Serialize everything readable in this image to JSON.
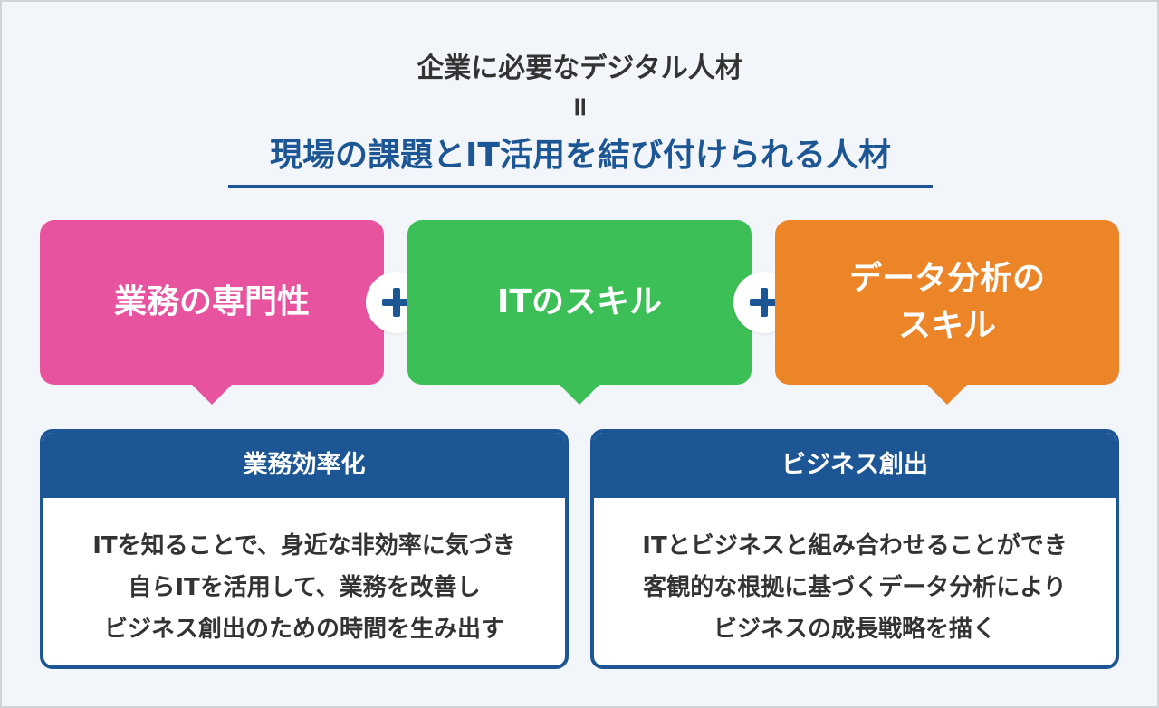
{
  "header": {
    "top_title": "企業に必要なデジタル人材",
    "equals": "=",
    "main_title": "現場の課題とIT活用を結び付けられる人材"
  },
  "skills": [
    {
      "lines": [
        "業務の専門性"
      ],
      "color": "#e8539f"
    },
    {
      "lines": [
        "ITのスキル"
      ],
      "color": "#3dbf57"
    },
    {
      "lines": [
        "データ分析の",
        "スキル"
      ],
      "color": "#eb8528"
    }
  ],
  "results": [
    {
      "title": "業務効率化",
      "lines": [
        "ITを知ることで、身近な非効率に気づき",
        "自らITを活用して、業務を改善し",
        "ビジネス創出のための時間を生み出す"
      ]
    },
    {
      "title": "ビジネス創出",
      "lines": [
        "ITとビジネスと組み合わせることができ",
        "客観的な根拠に基づくデータ分析により",
        "ビジネスの成長戦略を描く"
      ]
    }
  ],
  "colors": {
    "navy": "#1d5694",
    "pink": "#e8539f",
    "green": "#3dbf57",
    "orange": "#eb8528"
  }
}
